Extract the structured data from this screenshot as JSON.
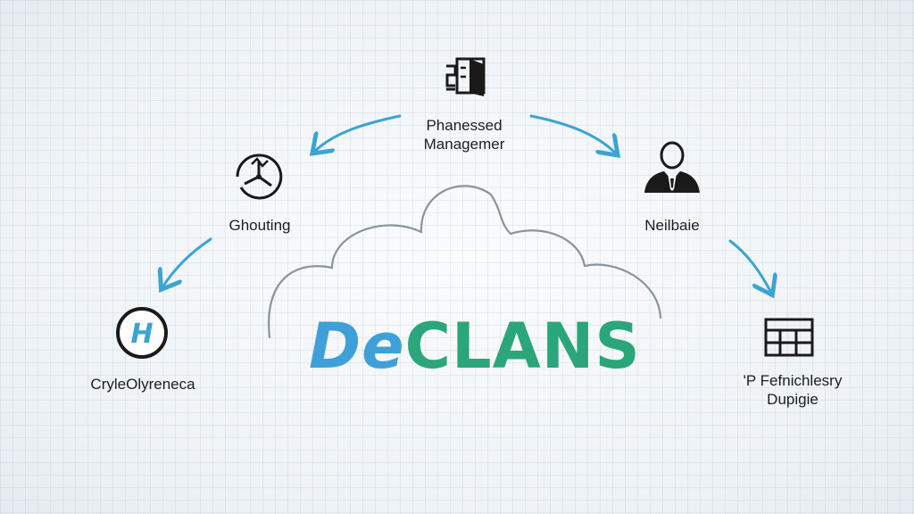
{
  "center": {
    "logo_part1": "De",
    "logo_part2": "CLANS",
    "logo_part1_color": "#3ea0d8",
    "logo_part2_color": "#2aa67a"
  },
  "nodes": [
    {
      "id": "top",
      "icon": "document-door-icon",
      "label_lines": [
        "Phanessed",
        "Managemer"
      ]
    },
    {
      "id": "right-upper",
      "icon": "businessman-icon",
      "label_lines": [
        "Neilbaie"
      ]
    },
    {
      "id": "right-lower",
      "icon": "grid-table-icon",
      "label_lines": [
        "'P Fefnichlesry",
        "Dupigie"
      ]
    },
    {
      "id": "left-upper",
      "icon": "chart-gauge-icon",
      "label_lines": [
        "Ghouting"
      ]
    },
    {
      "id": "left-lower",
      "icon": "h-circle-icon",
      "label_lines": [
        "CryleOlyreneca"
      ]
    }
  ],
  "colors": {
    "arrow": "#3aa4d4",
    "cloud_outline": "#8a949c",
    "icon": "#1a1a1a"
  }
}
